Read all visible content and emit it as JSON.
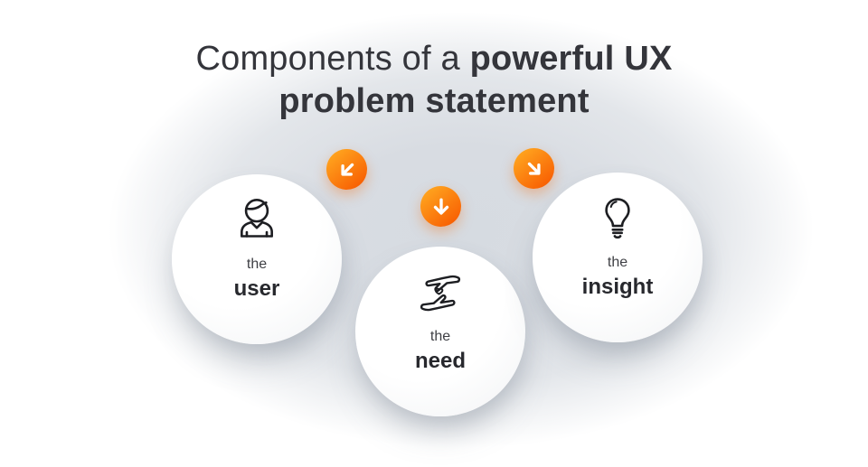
{
  "title": {
    "line1_regular": "Components of a",
    "line1_bold": "powerful UX",
    "line2_bold": "problem statement"
  },
  "circles": {
    "user": {
      "prefix": "the",
      "label": "user",
      "icon": "user-icon"
    },
    "need": {
      "prefix": "the",
      "label": "need",
      "icon": "hands-heart-icon"
    },
    "insight": {
      "prefix": "the",
      "label": "insight",
      "icon": "lightbulb-icon"
    }
  },
  "arrows": {
    "left": {
      "icon": "arrow-down-left-icon",
      "direction": "down-left",
      "points_to": "user"
    },
    "middle": {
      "icon": "arrow-down-icon",
      "direction": "down",
      "points_to": "need"
    },
    "right": {
      "icon": "arrow-down-right-icon",
      "direction": "down-right",
      "points_to": "insight"
    }
  },
  "colors": {
    "accent_gradient_start": "#ffa41e",
    "accent_gradient_end": "#f35804",
    "title_text": "#34353b",
    "label_text": "#27282d",
    "secondary_text": "#3e3f44",
    "background_center": "#d8dce2",
    "icon_stroke": "#1d1e22",
    "circle_fill": "#ffffff"
  }
}
